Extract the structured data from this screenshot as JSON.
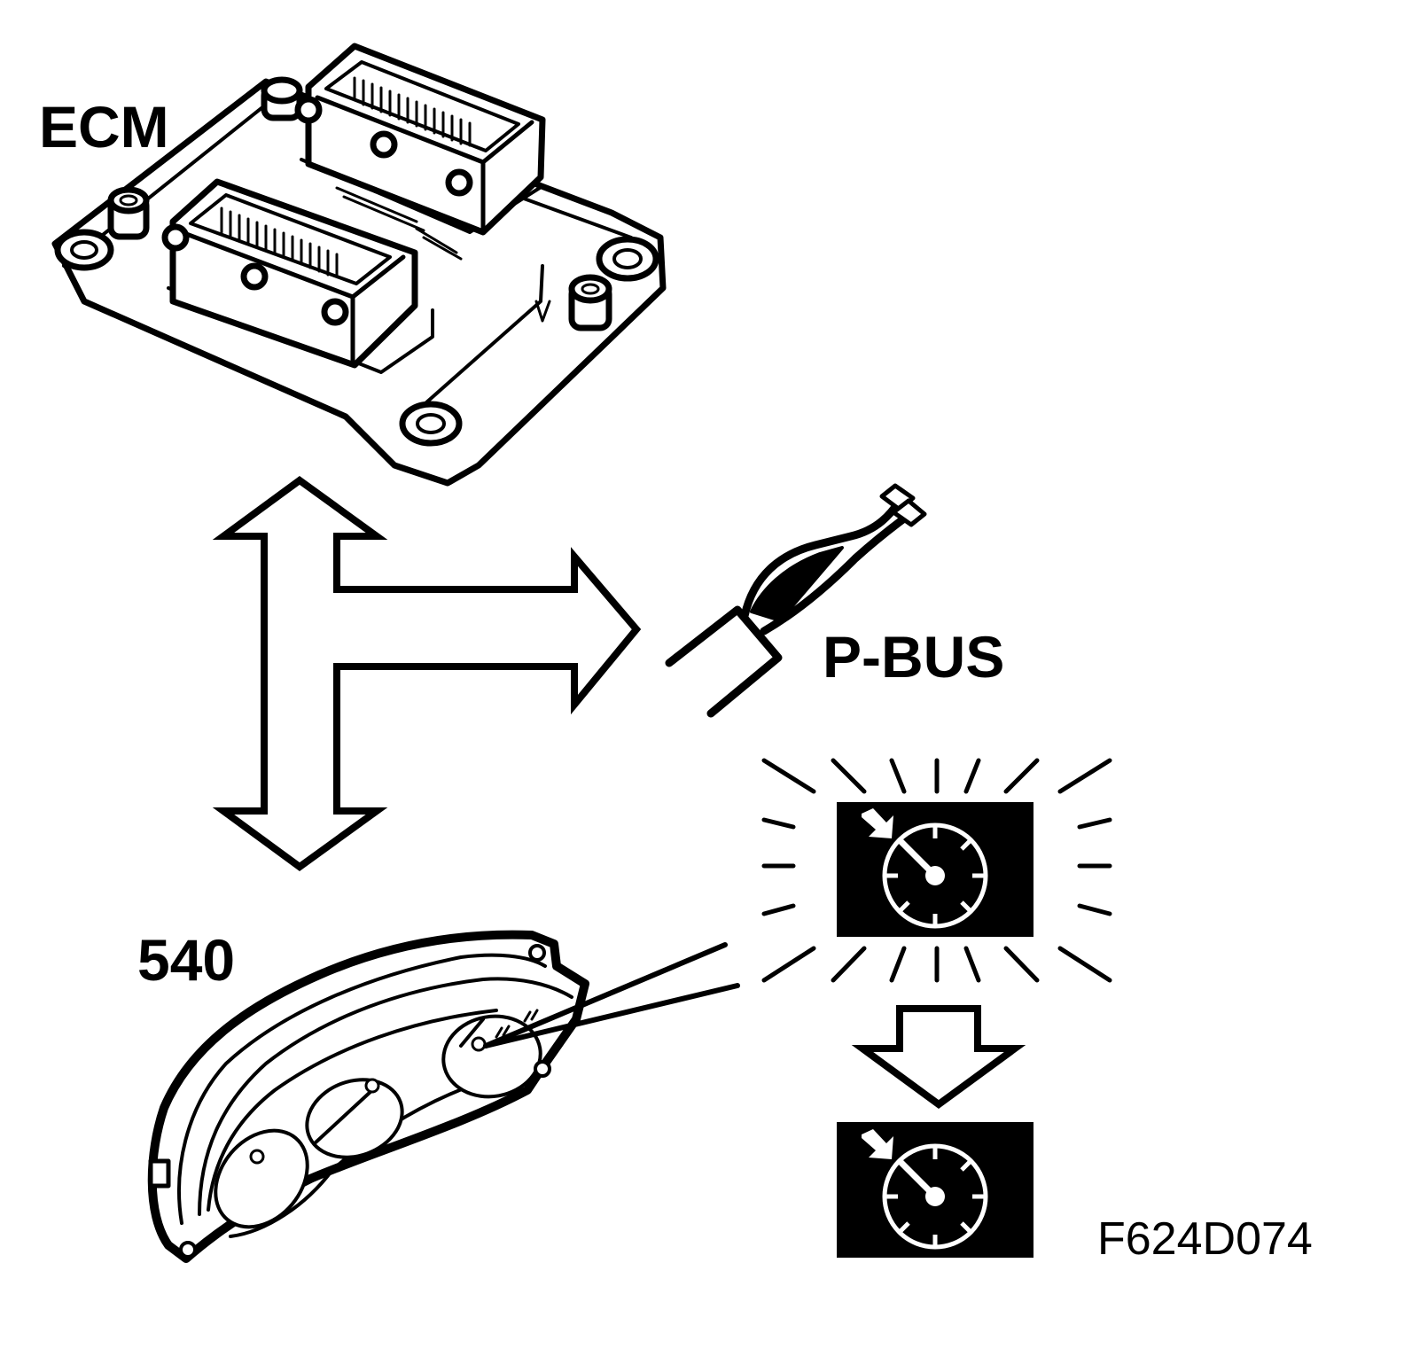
{
  "labels": {
    "ecm": "ECM",
    "cluster": "540",
    "bus": "P-BUS",
    "figure_code": "F624D074"
  },
  "colors": {
    "ink": "#000000",
    "paper": "#ffffff"
  },
  "icons": {
    "ecm_unit": "engine-control-module-drawing",
    "cluster_unit": "instrument-cluster-drawing",
    "bus_connector": "cable-connector-drawing",
    "arrows": "double-headed-and-branch-arrow",
    "gauge": "gauge-warning-icon"
  }
}
